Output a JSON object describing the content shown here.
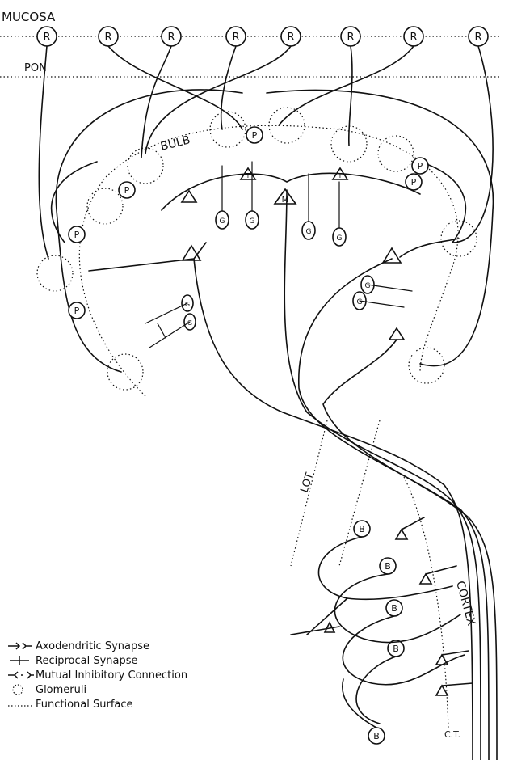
{
  "labels": {
    "mucosa": "MUCOSA",
    "pon": "PON",
    "bulb": "BULB",
    "lot": "LOT",
    "cortex": "CORTEX",
    "ct": "C.T."
  },
  "cell_letters": {
    "receptor": "R",
    "periglomerular": "P",
    "granule": "G",
    "mitral": "M",
    "tufted": "T",
    "pyramidal_b": "B"
  },
  "legend": [
    {
      "symbol": "axodendritic-synapse",
      "text": "Axodendritic Synapse"
    },
    {
      "symbol": "reciprocal-synapse",
      "text": "Reciprocal Synapse"
    },
    {
      "symbol": "mutual-inhibitory-connection",
      "text": "Mutual Inhibitory Connection"
    },
    {
      "symbol": "glomeruli",
      "text": "Glomeruli"
    },
    {
      "symbol": "functional-surface",
      "text": "Functional Surface"
    }
  ]
}
